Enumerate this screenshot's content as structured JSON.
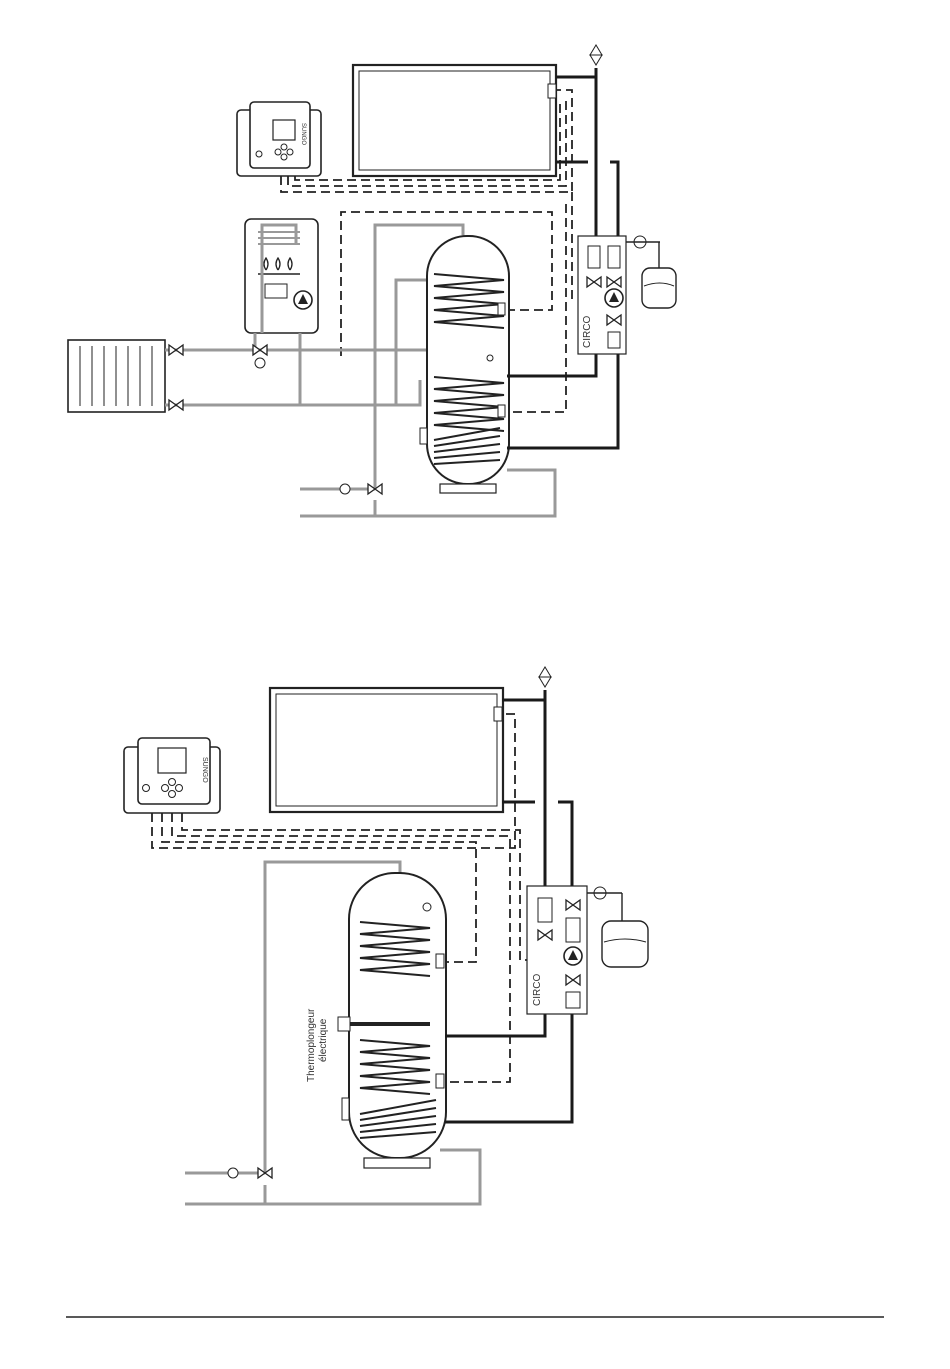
{
  "diagram_top": {
    "controller_brand": "SUNGO",
    "circo_label": "CIRCO"
  },
  "diagram_bottom": {
    "controller_brand": "SUNGO",
    "circo_label": "CIRCO",
    "heater_label_line1": "Thermoplongeur",
    "heater_label_line2": "électrique"
  },
  "colors": {
    "pipe_dark": "#1a1a1a",
    "pipe_grey": "#9a9a9a",
    "line": "#222222",
    "background": "#ffffff"
  },
  "icons": [
    "solar-collector-icon",
    "controller-icon",
    "boiler-icon",
    "radiator-icon",
    "storage-tank-icon",
    "expansion-vessel-icon",
    "pump-icon",
    "valve-icon",
    "mixing-valve-icon",
    "air-vent-icon",
    "pressure-gauge-icon"
  ]
}
